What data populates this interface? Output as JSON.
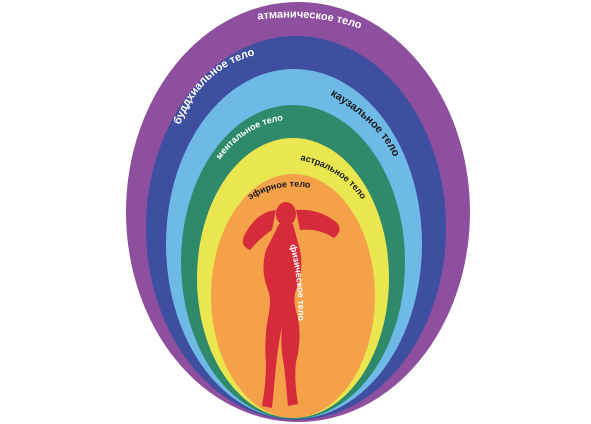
{
  "diagram": {
    "layers": [
      {
        "id": "atmanic",
        "label": "атманическое тело",
        "color": "#8e4f9f"
      },
      {
        "id": "buddhic",
        "label": "буддхиальное тело",
        "color": "#3f4fa0"
      },
      {
        "id": "causal",
        "label": "каузальное тело",
        "color": "#6fb9e6"
      },
      {
        "id": "mental",
        "label": "ментальное тело",
        "color": "#2f8a6c"
      },
      {
        "id": "astral",
        "label": "астральное тело",
        "color": "#e9e650"
      },
      {
        "id": "etheric",
        "label": "эфирное тело",
        "color": "#f4a14a"
      },
      {
        "id": "physical",
        "label": "физическое тело",
        "color": "#d62b3a"
      }
    ],
    "extra_labels": {
      "causal_text": "каузальное тело"
    }
  }
}
